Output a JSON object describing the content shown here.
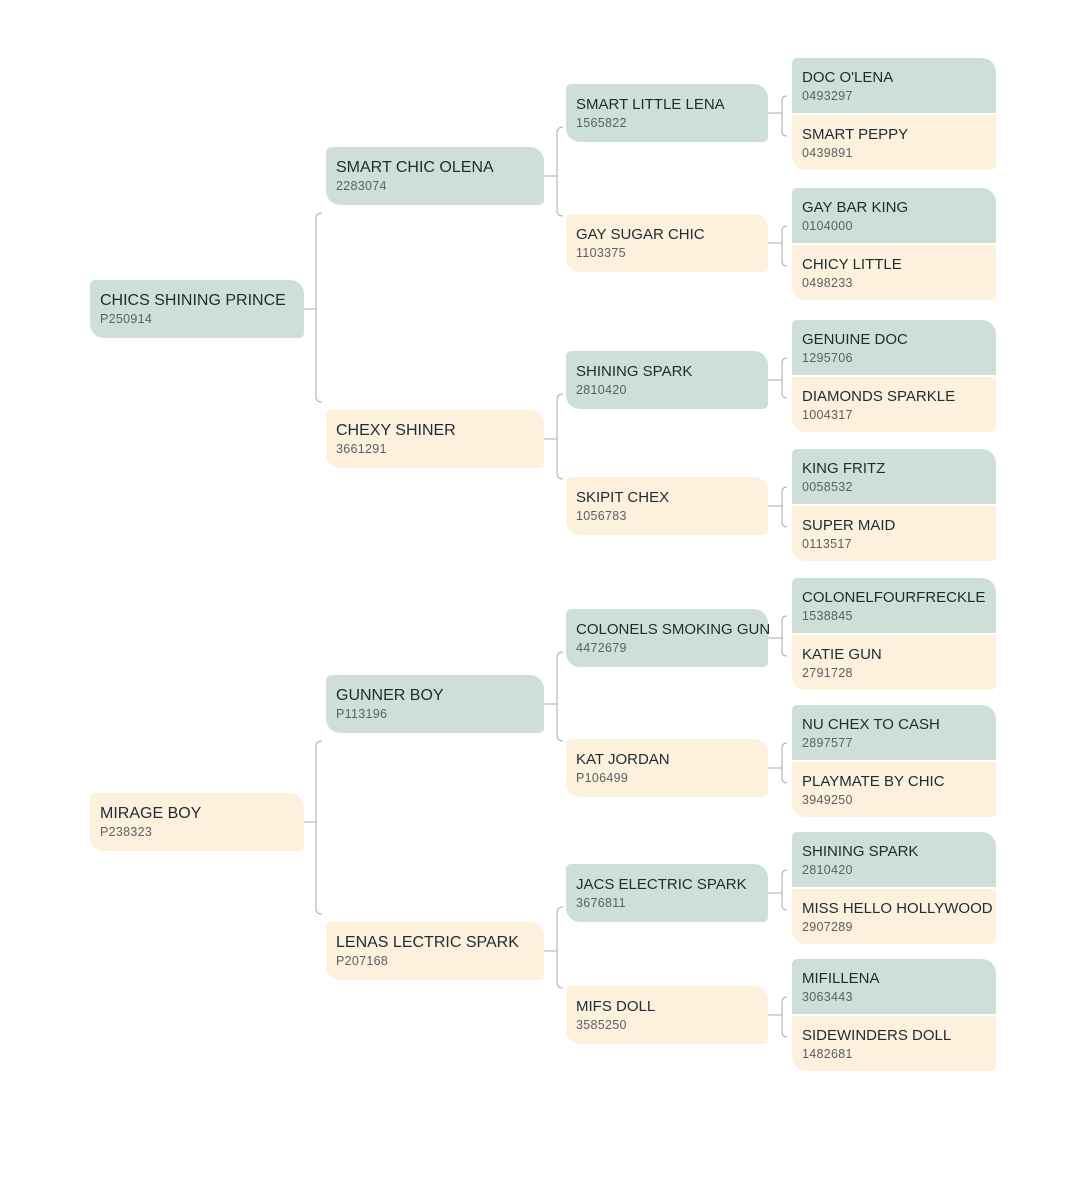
{
  "colors": {
    "sire_bg": "#cedfd7",
    "dam_bg": "#fdf0dc",
    "connector": "#a7acad"
  },
  "pedigree": {
    "gen1": [
      {
        "name": "CHICS SHINING PRINCE",
        "reg": "P250914",
        "sex": "sire"
      },
      {
        "name": "MIRAGE BOY",
        "reg": "P238323",
        "sex": "dam"
      }
    ],
    "gen2": [
      {
        "name": "SMART CHIC OLENA",
        "reg": "2283074",
        "sex": "sire"
      },
      {
        "name": "CHEXY SHINER",
        "reg": "3661291",
        "sex": "dam"
      },
      {
        "name": "GUNNER BOY",
        "reg": "P113196",
        "sex": "sire"
      },
      {
        "name": "LENAS LECTRIC SPARK",
        "reg": "P207168",
        "sex": "dam"
      }
    ],
    "gen3": [
      {
        "name": "SMART LITTLE LENA",
        "reg": "1565822",
        "sex": "sire"
      },
      {
        "name": "GAY SUGAR CHIC",
        "reg": "1103375",
        "sex": "dam"
      },
      {
        "name": "SHINING SPARK",
        "reg": "2810420",
        "sex": "sire"
      },
      {
        "name": "SKIPIT CHEX",
        "reg": "1056783",
        "sex": "dam"
      },
      {
        "name": "COLONELS SMOKING GUN",
        "reg": "4472679",
        "sex": "sire"
      },
      {
        "name": "KAT JORDAN",
        "reg": "P106499",
        "sex": "dam"
      },
      {
        "name": "JACS ELECTRIC SPARK",
        "reg": "3676811",
        "sex": "sire"
      },
      {
        "name": "MIFS DOLL",
        "reg": "3585250",
        "sex": "dam"
      }
    ],
    "gen4": [
      {
        "name": "DOC O'LENA",
        "reg": "0493297",
        "sex": "sire"
      },
      {
        "name": "SMART PEPPY",
        "reg": "0439891",
        "sex": "dam"
      },
      {
        "name": "GAY BAR KING",
        "reg": "0104000",
        "sex": "sire"
      },
      {
        "name": "CHICY LITTLE",
        "reg": "0498233",
        "sex": "dam"
      },
      {
        "name": "GENUINE DOC",
        "reg": "1295706",
        "sex": "sire"
      },
      {
        "name": "DIAMONDS SPARKLE",
        "reg": "1004317",
        "sex": "dam"
      },
      {
        "name": "KING FRITZ",
        "reg": "0058532",
        "sex": "sire"
      },
      {
        "name": "SUPER MAID",
        "reg": "0113517",
        "sex": "dam"
      },
      {
        "name": "COLONELFOURFRECKLE",
        "reg": "1538845",
        "sex": "sire"
      },
      {
        "name": "KATIE GUN",
        "reg": "2791728",
        "sex": "dam"
      },
      {
        "name": "NU CHEX TO CASH",
        "reg": "2897577",
        "sex": "sire"
      },
      {
        "name": "PLAYMATE BY CHIC",
        "reg": "3949250",
        "sex": "dam"
      },
      {
        "name": "SHINING SPARK",
        "reg": "2810420",
        "sex": "sire"
      },
      {
        "name": "MISS HELLO HOLLYWOOD",
        "reg": "2907289",
        "sex": "dam"
      },
      {
        "name": "MIFILLENA",
        "reg": "3063443",
        "sex": "sire"
      },
      {
        "name": "SIDEWINDERS DOLL",
        "reg": "1482681",
        "sex": "dam"
      }
    ]
  }
}
